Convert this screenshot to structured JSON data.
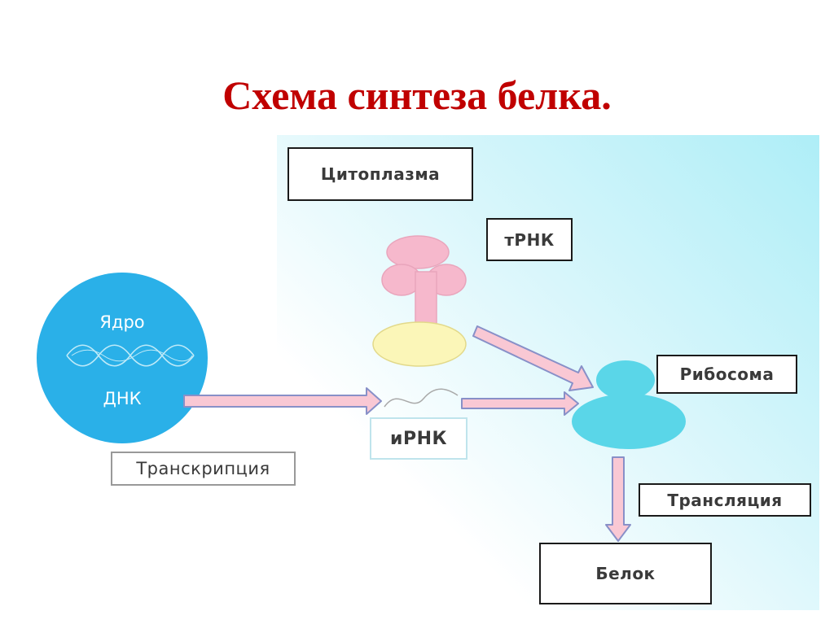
{
  "title": "Схема синтеза белка.",
  "labels": {
    "cytoplasm": "Цитоплазма",
    "trna": "тРНК",
    "nucleus": "Ядро",
    "dna": "ДНК",
    "ribosome": "Рибосома",
    "mrna": "иРНК",
    "transcription": "Транскрипция",
    "translation": "Трансляция",
    "protein": "Белок"
  },
  "colors": {
    "title": "#c00000",
    "nucleus": "#2ab0e8",
    "trna": "#f6b8cc",
    "amino_acid": "#fbf6b8",
    "ribosome": "#5ad6e8",
    "arrow_fill": "#f9c8d4",
    "arrow_stroke": "#8890c8"
  }
}
